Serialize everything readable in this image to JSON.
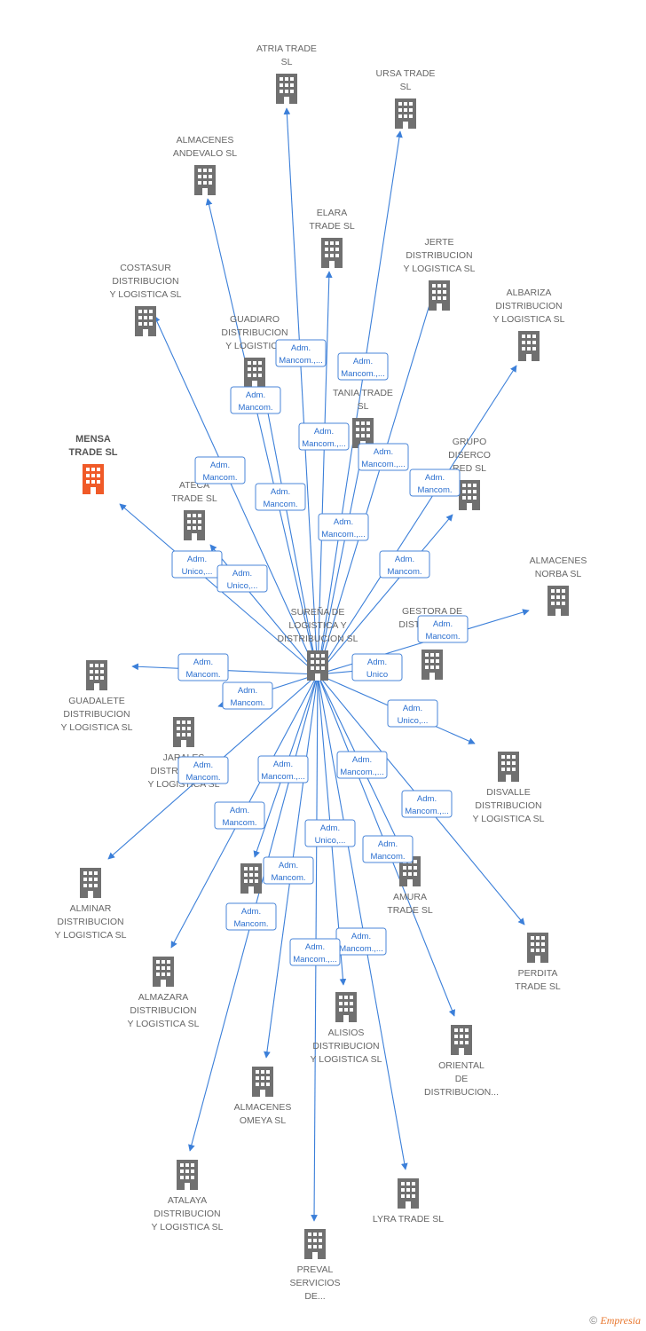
{
  "colors": {
    "edge": "#3b7fd9",
    "node": "#707070",
    "highlight": "#f05a28",
    "badge_text": "#2b6fcf"
  },
  "center_id": "surena",
  "nodes": [
    {
      "id": "surena",
      "label": [
        "SUREÑA DE",
        "LOGISTICA Y",
        "DISTRIBUCION SL"
      ],
      "icon": "building-icon"
    },
    {
      "id": "mensa",
      "label": [
        "MENSA",
        "TRADE  SL"
      ],
      "icon": "building-icon",
      "highlight": true
    },
    {
      "id": "atria",
      "label": [
        "ATRIA TRADE",
        "SL"
      ],
      "icon": "building-icon"
    },
    {
      "id": "ursa",
      "label": [
        "URSA TRADE",
        "SL"
      ],
      "icon": "building-icon"
    },
    {
      "id": "andevalo",
      "label": [
        "ALMACENES",
        "ANDEVALO  SL"
      ],
      "icon": "building-icon"
    },
    {
      "id": "elara",
      "label": [
        "ELARA",
        "TRADE  SL"
      ],
      "icon": "building-icon"
    },
    {
      "id": "jerte",
      "label": [
        "JERTE",
        "DISTRIBUCION",
        "Y LOGISTICA  SL"
      ],
      "icon": "building-icon"
    },
    {
      "id": "costasur",
      "label": [
        "COSTASUR",
        "DISTRIBUCION",
        "Y LOGISTICA SL"
      ],
      "icon": "building-icon"
    },
    {
      "id": "albariza",
      "label": [
        "ALBARIZA",
        "DISTRIBUCION",
        "Y LOGISTICA SL"
      ],
      "icon": "building-icon"
    },
    {
      "id": "guadiaro",
      "label": [
        "GUADIARO",
        "DISTRIBUCION",
        "Y LOGISTICA"
      ],
      "icon": "building-icon"
    },
    {
      "id": "tania",
      "label": [
        "TANIA TRADE",
        "SL"
      ],
      "icon": "building-icon"
    },
    {
      "id": "diserco",
      "label": [
        "GRUPO",
        "DISERCO",
        "RED  SL"
      ],
      "icon": "building-icon"
    },
    {
      "id": "ateca",
      "label": [
        "ATECA",
        "TRADE  SL"
      ],
      "icon": "building-icon"
    },
    {
      "id": "norba",
      "label": [
        "ALMACENES",
        "NORBA  SL"
      ],
      "icon": "building-icon"
    },
    {
      "id": "gestora",
      "label": [
        "GESTORA DE",
        "DISTRIBUCION",
        "SL"
      ],
      "icon": "building-icon"
    },
    {
      "id": "guadalete",
      "label": [
        "GUADALETE",
        "DISTRIBUCION",
        "Y LOGISTICA SL"
      ],
      "icon": "building-icon"
    },
    {
      "id": "jarales",
      "label": [
        "JARALES",
        "DISTRIBUCION",
        "Y LOGISTICA SL"
      ],
      "icon": "building-icon"
    },
    {
      "id": "disvalle",
      "label": [
        "DISVALLE",
        "DISTRIBUCION",
        "Y LOGISTICA  SL"
      ],
      "icon": "building-icon"
    },
    {
      "id": "alminar",
      "label": [
        "ALMINAR",
        "DISTRIBUCION",
        "Y LOGISTICA SL"
      ],
      "icon": "building-icon"
    },
    {
      "id": "midnode",
      "label": [],
      "icon": "building-icon"
    },
    {
      "id": "amura",
      "label": [
        "AMURA",
        "TRADE  SL"
      ],
      "icon": "building-icon"
    },
    {
      "id": "almazara",
      "label": [
        "ALMAZARA",
        "DISTRIBUCION",
        "Y LOGISTICA SL"
      ],
      "icon": "building-icon"
    },
    {
      "id": "perdita",
      "label": [
        "PERDITA",
        "TRADE  SL"
      ],
      "icon": "building-icon"
    },
    {
      "id": "alisios",
      "label": [
        "ALISIOS",
        "DISTRIBUCION",
        "Y LOGISTICA  SL"
      ],
      "icon": "building-icon"
    },
    {
      "id": "oriental",
      "label": [
        "ORIENTAL",
        "DE",
        "DISTRIBUCION..."
      ],
      "icon": "building-icon"
    },
    {
      "id": "omeya",
      "label": [
        "ALMACENES",
        "OMEYA  SL"
      ],
      "icon": "building-icon"
    },
    {
      "id": "atalaya",
      "label": [
        "ATALAYA",
        "DISTRIBUCION",
        "Y LOGISTICA SL"
      ],
      "icon": "building-icon"
    },
    {
      "id": "lyra",
      "label": [
        "LYRA TRADE  SL"
      ],
      "icon": "building-icon"
    },
    {
      "id": "preval",
      "label": [
        "PREVAL",
        "SERVICIOS",
        "DE..."
      ],
      "icon": "building-icon"
    }
  ],
  "edges": [
    {
      "to": "atria",
      "badge": [
        "Adm.",
        "Mancom.,..."
      ]
    },
    {
      "to": "ursa",
      "badge": [
        "Adm.",
        "Mancom.,..."
      ]
    },
    {
      "to": "andevalo",
      "badge": [
        "Adm.",
        "Mancom."
      ]
    },
    {
      "to": "elara",
      "badge": [
        "Adm.",
        "Mancom.,..."
      ]
    },
    {
      "to": "jerte",
      "badge": [
        "Adm.",
        "Mancom.,..."
      ]
    },
    {
      "to": "costasur",
      "badge": [
        "Adm.",
        "Mancom."
      ]
    },
    {
      "to": "albariza",
      "badge": [
        "Adm.",
        "Mancom."
      ]
    },
    {
      "to": "guadiaro",
      "badge": [
        "Adm.",
        "Mancom."
      ]
    },
    {
      "to": "tania",
      "badge": [
        "Adm.",
        "Mancom.,..."
      ]
    },
    {
      "to": "diserco",
      "badge": [
        "Adm.",
        "Mancom."
      ]
    },
    {
      "to": "mensa",
      "badge": [
        "Adm.",
        "Unico,..."
      ]
    },
    {
      "to": "ateca",
      "badge": [
        "Adm.",
        "Unico,..."
      ]
    },
    {
      "to": "norba",
      "badge": [
        "Adm.",
        "Mancom."
      ]
    },
    {
      "to": "gestora",
      "badge": [
        "Adm.",
        "Unico"
      ]
    },
    {
      "to": "guadalete",
      "badge": [
        "Adm.",
        "Mancom."
      ]
    },
    {
      "to": "jarales",
      "badge": [
        "Adm.",
        "Mancom."
      ]
    },
    {
      "to": "disvalle",
      "badge": [
        "Adm.",
        "Unico,..."
      ]
    },
    {
      "to": "alminar",
      "badge": [
        "Adm.",
        "Mancom."
      ]
    },
    {
      "to": "midnode",
      "badge": [
        "Adm.",
        "Mancom.,..."
      ]
    },
    {
      "to": "amura",
      "badge": [
        "Adm.",
        "Mancom."
      ]
    },
    {
      "to": "almazara",
      "badge": [
        "Adm.",
        "Mancom."
      ]
    },
    {
      "to": "perdita",
      "badge": [
        "Adm.",
        "Mancom.,..."
      ]
    },
    {
      "to": "alisios",
      "badge": [
        "Adm.",
        "Unico,..."
      ]
    },
    {
      "to": "oriental",
      "badge": [
        "Adm.",
        "Mancom.,..."
      ]
    },
    {
      "to": "omeya",
      "badge": [
        "Adm.",
        "Mancom."
      ]
    },
    {
      "to": "atalaya",
      "badge": [
        "Adm.",
        "Mancom."
      ]
    },
    {
      "to": "lyra",
      "badge": [
        "Adm.",
        "Mancom.,..."
      ]
    },
    {
      "to": "preval",
      "badge": [
        "Adm.",
        "Mancom.,..."
      ]
    },
    {
      "to": "diserco",
      "badge": [
        "Adm.",
        "Mancom.,..."
      ]
    },
    {
      "to": "ateca",
      "badge": [
        "Adm.",
        "Mancom."
      ]
    }
  ],
  "footer": {
    "symbol": "©",
    "brand": "Empresia"
  }
}
